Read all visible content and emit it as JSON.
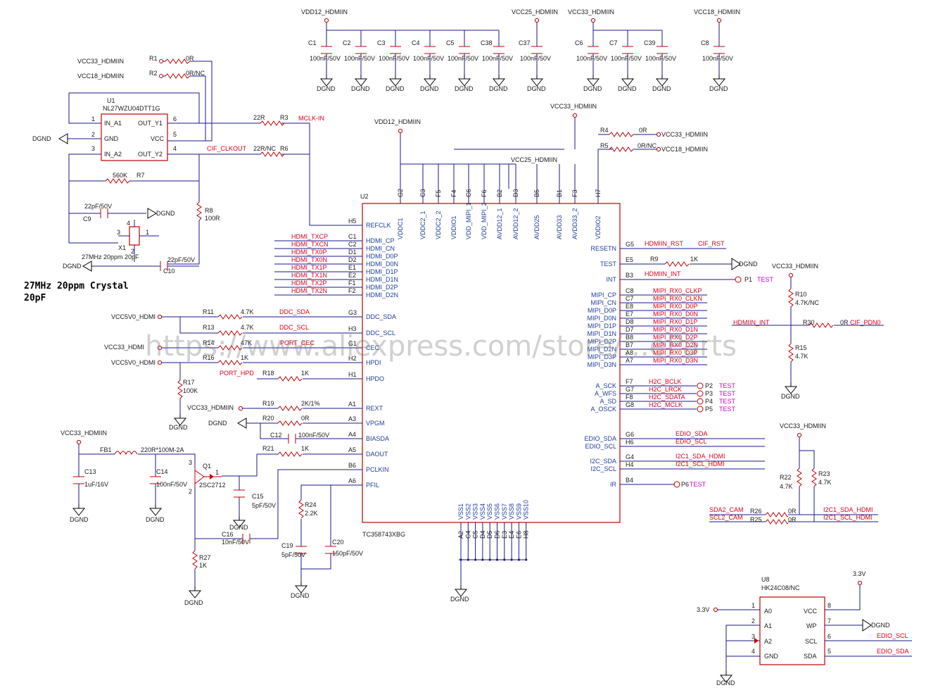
{
  "nets": {
    "vdd12": "VDD12_HDMIIN",
    "vcc25": "VCC25_HDMIIN",
    "vcc33": "VCC33_HDMIIN",
    "vcc18": "VCC18_HDMIIN",
    "vcc5v0": "VCC5V0_HDMI",
    "vcc33_trunc": "VCC33_HDMI",
    "dgnd": "DGND",
    "v33": "3.3V",
    "mclk_in": "MCLK-IN",
    "cif_clkout": "CIF_CLKOUT",
    "ddc_sda": "DDC_SDA",
    "ddc_scl": "DDC_SCL",
    "port_cec": "PORT_CEC",
    "port_hpd": "PORT_HPD",
    "hdmiin_rst": "HDMIIN_RST",
    "cif_rst": "CIF_RST",
    "hdmiin_int": "HDMIIN_INT",
    "cif_pdn0": "CIF_PDN0",
    "edio_sda": "EDIO_SDA",
    "edio_scl": "EDIO_SCL",
    "i2c1_sda_hdmi": "I2C1_SDA_HDMI",
    "i2c1_scl_hdmi": "I2C1_SCL_HDMI",
    "sda2_cam": "SDA2_CAM",
    "scl2_cam": "SCL2_CAM",
    "test": "TEST"
  },
  "hdmi_nets": [
    "HDMI_TXCP",
    "HDMI_TXCN",
    "HDMI_TX0P",
    "HDMI_TX0N",
    "HDMI_TX1P",
    "HDMI_TX1N",
    "HDMI_TX2P",
    "HDMI_TX2N"
  ],
  "mipi_nets": [
    "MIPI_RX0_CLKP",
    "MIPI_RX0_CLKN",
    "MIPI_RX0_D0P",
    "MIPI_RX0_D0N",
    "MIPI_RX0_D1P",
    "MIPI_RX0_D1N",
    "MIPI_RX0_D2P",
    "MIPI_RX0_D2N",
    "MIPI_RX0_D3P",
    "MIPI_RX0_D3N"
  ],
  "i2s_nets": [
    "H2C_BCLK",
    "H2C_LRCK",
    "H2C_SDATA",
    "H2C_MCLK"
  ],
  "decoupling": [
    {
      "ref": "C1",
      "val": "100nF/50V"
    },
    {
      "ref": "C2",
      "val": "100nF/50V"
    },
    {
      "ref": "C3",
      "val": "100nF/50V"
    },
    {
      "ref": "C4",
      "val": "100nF/50V"
    },
    {
      "ref": "C5",
      "val": "100nF/50V"
    },
    {
      "ref": "C38",
      "val": "100nF/50V"
    },
    {
      "ref": "C37",
      "val": "100nF/50V"
    },
    {
      "ref": "C6",
      "val": "100nF/50V"
    },
    {
      "ref": "C7",
      "val": "100nF/50V"
    },
    {
      "ref": "C39",
      "val": "100nF/50V"
    },
    {
      "ref": "C8",
      "val": "100nF/50V"
    }
  ],
  "u1": {
    "ref": "U1",
    "part": "NL27WZU04DTT1G",
    "pins": [
      {
        "num": "1",
        "name": "IN_A1"
      },
      {
        "num": "2",
        "name": "GND"
      },
      {
        "num": "3",
        "name": "IN_A2"
      },
      {
        "num": "6",
        "name": "OUT_Y1"
      },
      {
        "num": "5",
        "name": "VCC"
      },
      {
        "num": "4",
        "name": "OUT_Y2"
      }
    ]
  },
  "crystal": {
    "ref": "X1",
    "spec": "27MHz 20ppm 20pF",
    "note_line1": "27MHz 20ppm Crystal",
    "note_line2": "20pF",
    "pins": [
      "1",
      "2",
      "3",
      "4"
    ]
  },
  "u2": {
    "ref": "U2",
    "part": "TC358743XBG",
    "top_pins": [
      {
        "ball": "G2",
        "name": "VDDC1"
      },
      {
        "ball": "C3",
        "name": "VDDC2_1"
      },
      {
        "ball": "F5",
        "name": "VDDC2_2"
      },
      {
        "ball": "F4",
        "name": "VDDIO1"
      },
      {
        "ball": "C6",
        "name": "VDD_MIPI_1"
      },
      {
        "ball": "F6",
        "name": "VDD_MIPI_2"
      },
      {
        "ball": "B2",
        "name": "AVDD12_1"
      },
      {
        "ball": "D3",
        "name": "AVDD12_2"
      },
      {
        "ball": "B5",
        "name": "AVDD25"
      },
      {
        "ball": "B1",
        "name": "AVDD33"
      },
      {
        "ball": "F3",
        "name": "AVDD33_2"
      },
      {
        "ball": "H7",
        "name": "VDDIO2"
      }
    ],
    "left_pins": [
      {
        "ball": "H5",
        "name": "REFCLK"
      },
      {
        "ball": "C1",
        "name": "HDMI_CP"
      },
      {
        "ball": "C2",
        "name": "HDMI_CN"
      },
      {
        "ball": "D1",
        "name": "HDMI_D0P"
      },
      {
        "ball": "D2",
        "name": "HDMI_D0N"
      },
      {
        "ball": "E1",
        "name": "HDMI_D1P"
      },
      {
        "ball": "E2",
        "name": "HDMI_D1N"
      },
      {
        "ball": "F1",
        "name": "HDMI_D2P"
      },
      {
        "ball": "F2",
        "name": "HDMI_D2N"
      },
      {
        "ball": "G3",
        "name": "DDC_SDA"
      },
      {
        "ball": "H3",
        "name": "DDC_SCL"
      },
      {
        "ball": "G1",
        "name": "CEC"
      },
      {
        "ball": "H2",
        "name": "HPDI"
      },
      {
        "ball": "H1",
        "name": "HPDO"
      },
      {
        "ball": "A1",
        "name": "REXT"
      },
      {
        "ball": "A3",
        "name": "VPGM"
      },
      {
        "ball": "A4",
        "name": "BIASDA"
      },
      {
        "ball": "A5",
        "name": "DAOUT"
      },
      {
        "ball": "B6",
        "name": "PCLKIN"
      },
      {
        "ball": "A6",
        "name": "PFIL"
      }
    ],
    "right_pins": [
      {
        "ball": "G5",
        "name": "RESETN"
      },
      {
        "ball": "E5",
        "name": "TEST"
      },
      {
        "ball": "B3",
        "name": "INT"
      },
      {
        "ball": "C8",
        "name": "MIPI_CP"
      },
      {
        "ball": "C7",
        "name": "MIPI_CN"
      },
      {
        "ball": "E8",
        "name": "MIPI_D0P"
      },
      {
        "ball": "E7",
        "name": "MIPI_D0N"
      },
      {
        "ball": "D8",
        "name": "MIPI_D1P"
      },
      {
        "ball": "D7",
        "name": "MIPI_D1N"
      },
      {
        "ball": "B8",
        "name": "MIPI_D2P"
      },
      {
        "ball": "B7",
        "name": "MIPI_D2N"
      },
      {
        "ball": "A8",
        "name": "MIPI_D3P"
      },
      {
        "ball": "A7",
        "name": "MIPI_D3N"
      },
      {
        "ball": "F7",
        "name": "A_SCK"
      },
      {
        "ball": "G7",
        "name": "A_WFS"
      },
      {
        "ball": "F8",
        "name": "A_SD"
      },
      {
        "ball": "G8",
        "name": "A_OSCK"
      },
      {
        "ball": "G6",
        "name": "EDIO_SDA"
      },
      {
        "ball": "H6",
        "name": "EDIO_SCL"
      },
      {
        "ball": "G4",
        "name": "I2C_SDA"
      },
      {
        "ball": "H4",
        "name": "I2C_SCL"
      },
      {
        "ball": "B4",
        "name": "IR"
      }
    ],
    "bottom_pins": [
      {
        "ball": "A2",
        "name": "VSS1"
      },
      {
        "ball": "C4",
        "name": "VSS2"
      },
      {
        "ball": "C5",
        "name": "VSS3"
      },
      {
        "ball": "D4",
        "name": "VSS4"
      },
      {
        "ball": "D5",
        "name": "VSS5"
      },
      {
        "ball": "D6",
        "name": "VSS6"
      },
      {
        "ball": "E3",
        "name": "VSS7"
      },
      {
        "ball": "E4",
        "name": "VSS8"
      },
      {
        "ball": "E6",
        "name": "VSS9"
      },
      {
        "ball": "H8",
        "name": "VSS10"
      }
    ]
  },
  "passives": {
    "r1": {
      "ref": "R1",
      "val": "0R"
    },
    "r2": {
      "ref": "R2",
      "val": "0R/NC"
    },
    "r3": {
      "ref": "R3",
      "val": "22R"
    },
    "r6": {
      "ref": "R6",
      "val": "22R/NC"
    },
    "r7": {
      "ref": "R7",
      "val": "560K"
    },
    "r8": {
      "ref": "R8",
      "val": "100R"
    },
    "c9": {
      "ref": "C9",
      "val": "22pF/50V"
    },
    "c10": {
      "ref": "C10",
      "val": "22pF/50V"
    },
    "r4": {
      "ref": "R4",
      "val": "0R"
    },
    "r5": {
      "ref": "R5",
      "val": "0R/NC"
    },
    "r9": {
      "ref": "R9",
      "val": "1K"
    },
    "r10": {
      "ref": "R10",
      "val": "4.7K/NC"
    },
    "r15": {
      "ref": "R15",
      "val": "4.7K"
    },
    "r30": {
      "ref": "R30",
      "val": "0R"
    },
    "r11": {
      "ref": "R11",
      "val": "4.7K"
    },
    "r13": {
      "ref": "R13",
      "val": "4.7K"
    },
    "r14": {
      "ref": "R14",
      "val": "47K"
    },
    "r16": {
      "ref": "R16",
      "val": "1K"
    },
    "r17": {
      "ref": "R17",
      "val": "100K"
    },
    "r18": {
      "ref": "R18",
      "val": "1K"
    },
    "r19": {
      "ref": "R19",
      "val": "2K/1%"
    },
    "r20": {
      "ref": "R20",
      "val": "0R"
    },
    "c12": {
      "ref": "C12",
      "val": "100nF/50V"
    },
    "r21": {
      "ref": "R21",
      "val": "1K"
    },
    "fb1": {
      "ref": "FB1",
      "val": "220R*100M-2A"
    },
    "c13": {
      "ref": "C13",
      "val": "1uF/16V"
    },
    "c14": {
      "ref": "C14",
      "val": "100nF/50V"
    },
    "q1": {
      "ref": "Q1",
      "val": "2SC2712"
    },
    "c15": {
      "ref": "C15",
      "val": "5pF/50V"
    },
    "c16": {
      "ref": "C16",
      "val": "10nF/50V"
    },
    "r27": {
      "ref": "R27",
      "val": "1K"
    },
    "r24": {
      "ref": "R24",
      "val": "2.2K"
    },
    "c19": {
      "ref": "C19",
      "val": "5pF/50V"
    },
    "c20": {
      "ref": "C20",
      "val": "150pF/50V"
    },
    "r22": {
      "ref": "R22",
      "val": "4.7K"
    },
    "r23": {
      "ref": "R23",
      "val": "4.7K"
    },
    "r26": {
      "ref": "R26",
      "val": "0R"
    },
    "r25": {
      "ref": "R25",
      "val": "0R"
    }
  },
  "test_points": [
    "P1",
    "P2",
    "P3",
    "P4",
    "P5",
    "P6"
  ],
  "q1_pins": [
    "1",
    "2",
    "3"
  ],
  "u8": {
    "ref": "U8",
    "part": "HK24C08/NC",
    "pins": [
      {
        "num": "1",
        "name": "A0"
      },
      {
        "num": "2",
        "name": "A1"
      },
      {
        "num": "3",
        "name": "A2"
      },
      {
        "num": "4",
        "name": "GND"
      },
      {
        "num": "8",
        "name": "VCC"
      },
      {
        "num": "7",
        "name": "WP"
      },
      {
        "num": "6",
        "name": "SCL"
      },
      {
        "num": "5",
        "name": "SDA"
      }
    ]
  },
  "watermark": "https://www.aliexpress.com/store/...eParts"
}
